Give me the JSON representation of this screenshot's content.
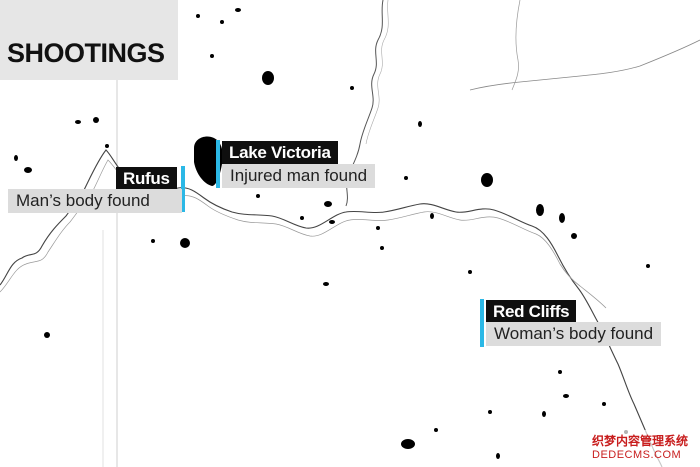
{
  "title": "SHOOTINGS",
  "accent_color": "#2bb8e6",
  "label_dark_bg": "#0f0f0f",
  "label_light_bg": "#dcdcdc",
  "locations": [
    {
      "name": "Rufus",
      "description": "Man’s body found"
    },
    {
      "name": "Lake Victoria",
      "description": "Injured man found"
    },
    {
      "name": "Red Cliffs",
      "description": "Woman’s body found"
    }
  ],
  "watermark": {
    "line1": "织梦内容管理系统",
    "line2": "DEDECMS.COM"
  }
}
